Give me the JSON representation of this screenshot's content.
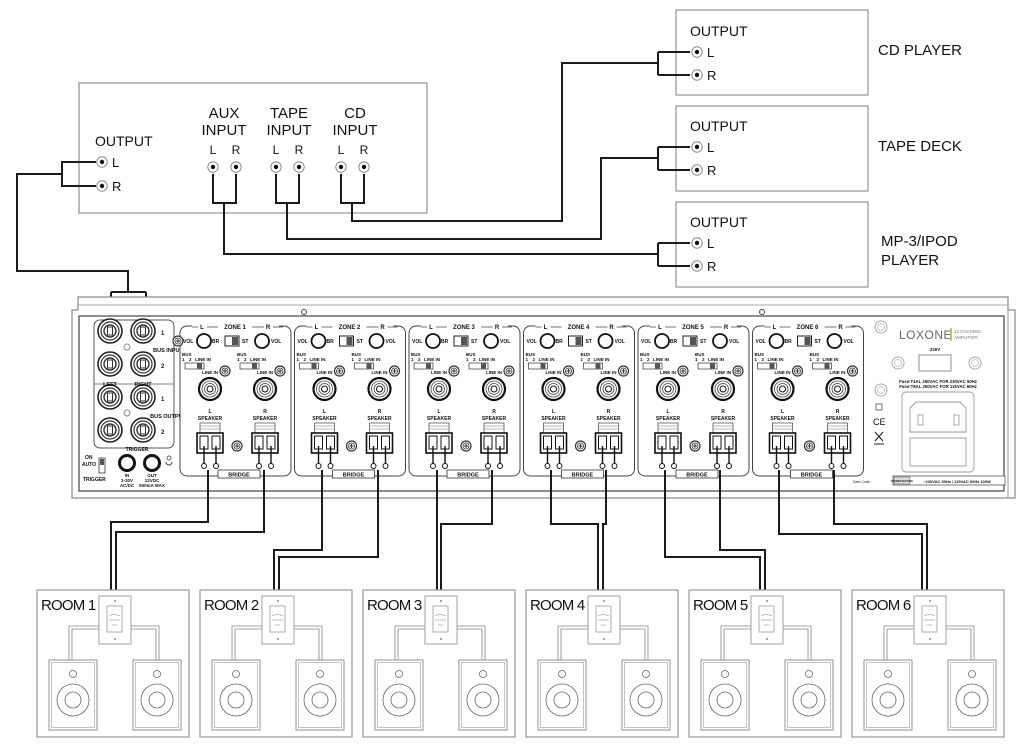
{
  "preamp": {
    "output_label": "OUTPUT",
    "output_channels": [
      "L",
      "R"
    ],
    "inputs": [
      {
        "line1": "AUX",
        "line2": "INPUT",
        "channels": [
          "L",
          "R"
        ]
      },
      {
        "line1": "TAPE",
        "line2": "INPUT",
        "channels": [
          "L",
          "R"
        ]
      },
      {
        "line1": "CD",
        "line2": "INPUT",
        "channels": [
          "L",
          "R"
        ]
      }
    ]
  },
  "sources": [
    {
      "name": "CD PLAYER",
      "name2": "",
      "output_label": "OUTPUT",
      "channels": [
        "L",
        "R"
      ]
    },
    {
      "name": "TAPE DECK",
      "name2": "",
      "output_label": "OUTPUT",
      "channels": [
        "L",
        "R"
      ]
    },
    {
      "name": "MP-3/IPOD",
      "name2": "PLAYER",
      "output_label": "OUTPUT",
      "channels": [
        "L",
        "R"
      ]
    }
  ],
  "amplifier": {
    "brand": "LOXONE",
    "model_line1": "12 CHANNEL",
    "model_line2": "AMPLIFIER",
    "voltage_selector": "230V",
    "fuse_line1": "Fuse:T4AL 250VAC FOR 230VAC 50Hz",
    "fuse_line2": "Fuse:T8AL 250VAC FOR 115VAC 60Hz",
    "power_rating_label": "POWER RATING",
    "power_rating": "~230VAC 50Hz / 115VAC 60Hz 100W",
    "date_code": "Date Code:",
    "bus": {
      "input_label": "BUS INPUT",
      "output_label": "BUS OUTPUT",
      "left": "LEFT",
      "right": "RIGHT",
      "rows": [
        "1",
        "2"
      ]
    },
    "trigger": {
      "title": "TRIGGER",
      "switch_on": "ON",
      "switch_auto": "AUTO",
      "switch_trigger": "TRIGGER",
      "in_label": "IN",
      "in_spec1": "3-30V",
      "in_spec2": "AC/DC",
      "out_label": "OUT",
      "out_spec1": "12VDC",
      "out_spec2": "500mA MAX"
    },
    "zone_labels": {
      "vol": "VOL",
      "br": "BR",
      "st": "ST",
      "bus": "BUS",
      "bus_1": "1",
      "bus_2": "2",
      "line_in": "LINE IN",
      "speaker": "SPEAKER",
      "bridge": "BRIDGE",
      "left": "L",
      "right": "R"
    },
    "zones": [
      "ZONE 1",
      "ZONE 2",
      "ZONE 3",
      "ZONE 4",
      "ZONE 5",
      "ZONE 6"
    ]
  },
  "rooms": [
    {
      "label": "ROOM 1"
    },
    {
      "label": "ROOM 2"
    },
    {
      "label": "ROOM 3"
    },
    {
      "label": "ROOM 4"
    },
    {
      "label": "ROOM 5"
    },
    {
      "label": "ROOM 6"
    }
  ],
  "colors": {
    "wire": "#1a1a1a",
    "box_stroke": "#9a9a9a",
    "brand_accent": "#8dc63f"
  }
}
